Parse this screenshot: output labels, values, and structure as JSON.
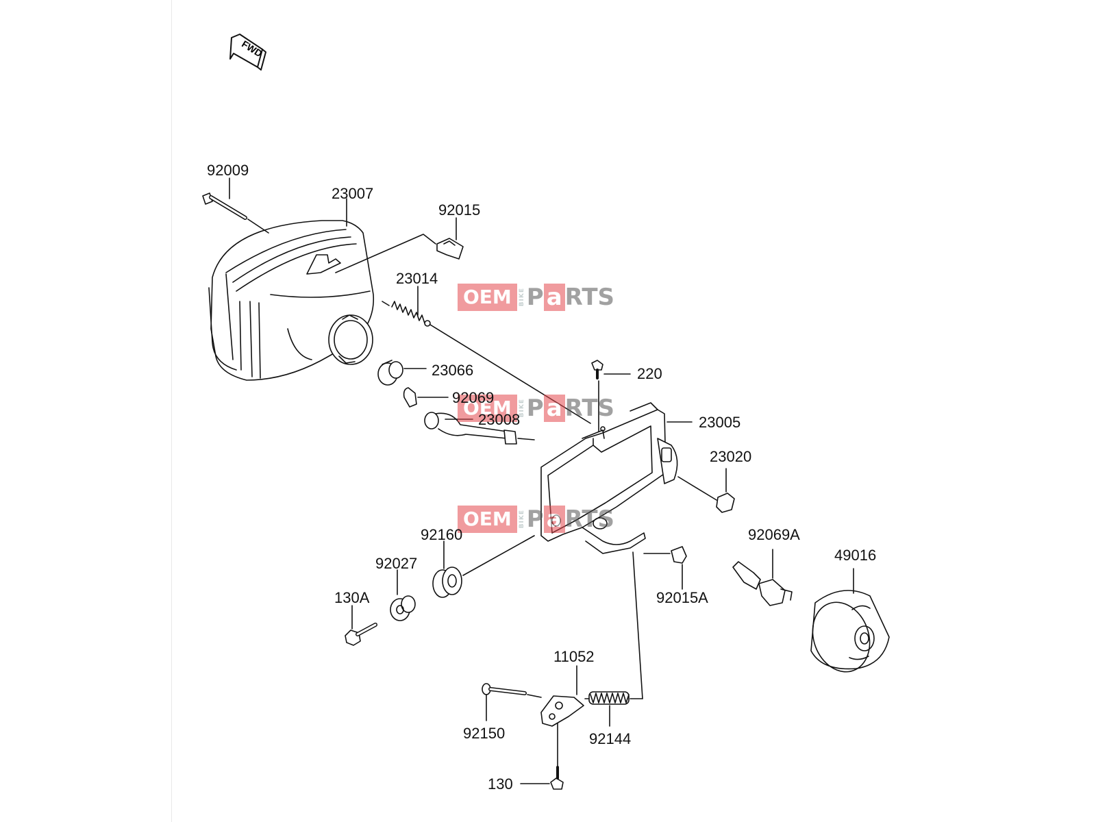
{
  "direction_label": "FWD",
  "watermark": {
    "part1": "OEM",
    "part2": "BIKE",
    "part3": "P",
    "part4": "a",
    "part5": "RTS"
  },
  "labels": {
    "p92009": "92009",
    "p23007": "23007",
    "p92015": "92015",
    "p23014": "23014",
    "p23066": "23066",
    "p92069": "92069",
    "p23008": "23008",
    "p220": "220",
    "p23005": "23005",
    "p23020": "23020",
    "p92160": "92160",
    "p92027": "92027",
    "p130A": "130A",
    "p92069A": "92069A",
    "p49016": "49016",
    "p92015A": "92015A",
    "p11052": "11052",
    "p92150": "92150",
    "p92144": "92144",
    "p130": "130"
  },
  "colors": {
    "line": "#111111",
    "watermark_red": "#e44a4f"
  }
}
